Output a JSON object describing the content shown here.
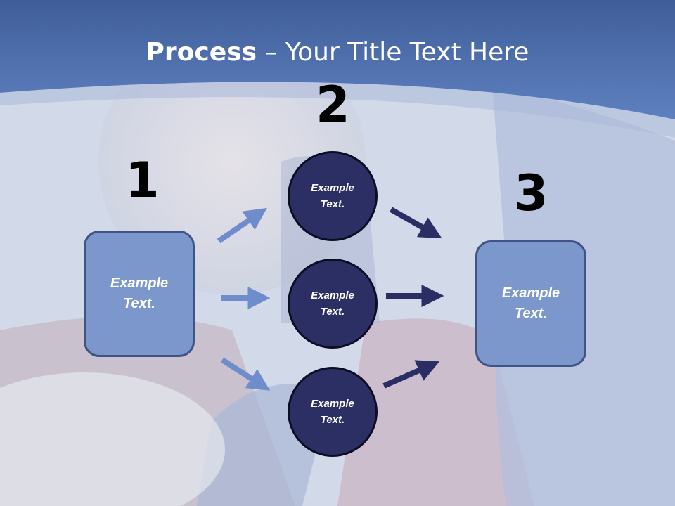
{
  "title": {
    "bold": "Process",
    "rest": " – Your Title Text Here"
  },
  "steps": [
    {
      "number": "1",
      "box": {
        "line1": "Example",
        "line2": "Text."
      }
    },
    {
      "number": "2",
      "circles": [
        {
          "line1": "Example",
          "line2": "Text."
        },
        {
          "line1": "Example",
          "line2": "Text."
        },
        {
          "line1": "Example",
          "line2": "Text."
        }
      ]
    },
    {
      "number": "3",
      "box": {
        "line1": "Example",
        "line2": "Text."
      }
    }
  ],
  "colors": {
    "header": "#4f6fae",
    "box_fill": "#7b97cc",
    "circle_fill": "#2c2f63",
    "light_arrow": "#6f8ccc",
    "dark_arrow": "#2a2e64"
  }
}
